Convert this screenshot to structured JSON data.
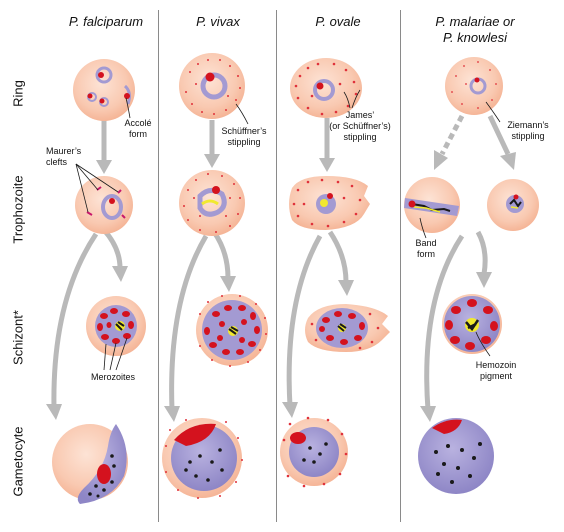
{
  "columns": [
    {
      "title": "P. falciparum"
    },
    {
      "title": "P. vivax"
    },
    {
      "title": "P. ovale"
    },
    {
      "title_line1": "P. malariae or",
      "title_line2": "P. knowlesi"
    }
  ],
  "rows": [
    "Ring",
    "Trophozoite",
    "Schizont*",
    "Gametocyte"
  ],
  "labels": {
    "accole_1": "Accolé",
    "accole_2": "form",
    "schuffner_1": "Schüffner’s",
    "schuffner_2": "stippling",
    "james_1": "James’",
    "james_2": "(or Schüffner’s)",
    "james_3": "stippling",
    "ziemann_1": "Ziemann’s",
    "ziemann_2": "stippling",
    "maurer_1": "Maurer’s",
    "maurer_2": "clefts",
    "band_1": "Band",
    "band_2": "form",
    "merozoites": "Merozoites",
    "hemozoin_1": "Hemozoin",
    "hemozoin_2": "pigment"
  },
  "colors": {
    "cell_fill": "#f9c9b1",
    "cell_edge": "#f3a98a",
    "parasite": "#a39ad2",
    "nucleus": "#d4121e",
    "stipple": "#e0313a",
    "pigment": "#1a1a1a",
    "yellow": "#f1e92f",
    "arrow": "#b9b9b9"
  }
}
